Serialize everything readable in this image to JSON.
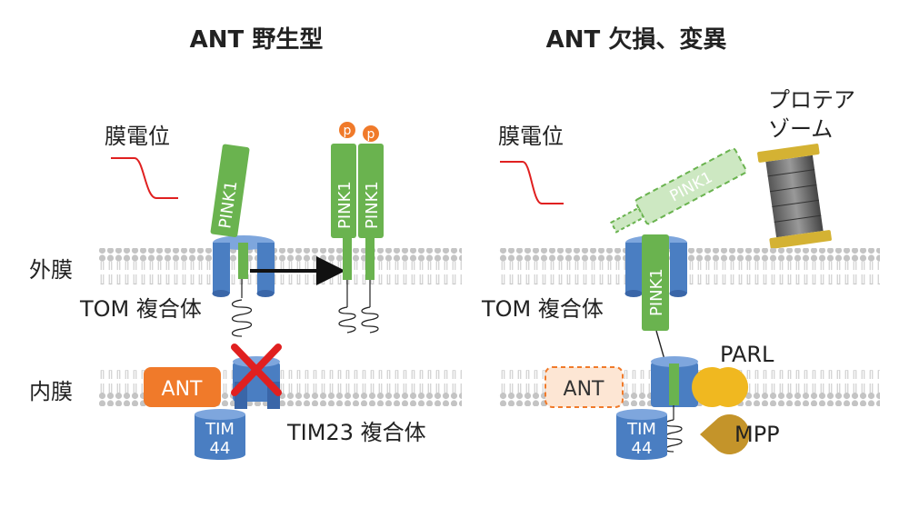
{
  "left": {
    "title": "ANT 野生型",
    "potential_label": "膜電位",
    "outer_membrane_label": "外膜",
    "inner_membrane_label": "内膜",
    "tom_label": "TOM 複合体",
    "tim23_label": "TIM23 複合体",
    "pink1": "PINK1",
    "ant": "ANT",
    "tim44_line1": "TIM",
    "tim44_line2": "44",
    "phospho": "p"
  },
  "right": {
    "title": "ANT 欠損、変異",
    "potential_label": "膜電位",
    "proteasome_line1": "プロテア",
    "proteasome_line2": "ゾーム",
    "tom_label": "TOM 複合体",
    "pink1": "PINK1",
    "ant": "ANT",
    "tim44_line1": "TIM",
    "tim44_line2": "44",
    "parl": "PARL",
    "mpp": "MPP"
  },
  "colors": {
    "pink1_green": "#6ab34f",
    "ant_orange": "#f07a2a",
    "tom_blue": "#4a7ec2",
    "cross_red": "#e02020",
    "potential_red": "#e02020",
    "parl_yellow": "#f0b820",
    "mpp_gold": "#c4942a",
    "membrane_gray": "#c8c8c8"
  }
}
